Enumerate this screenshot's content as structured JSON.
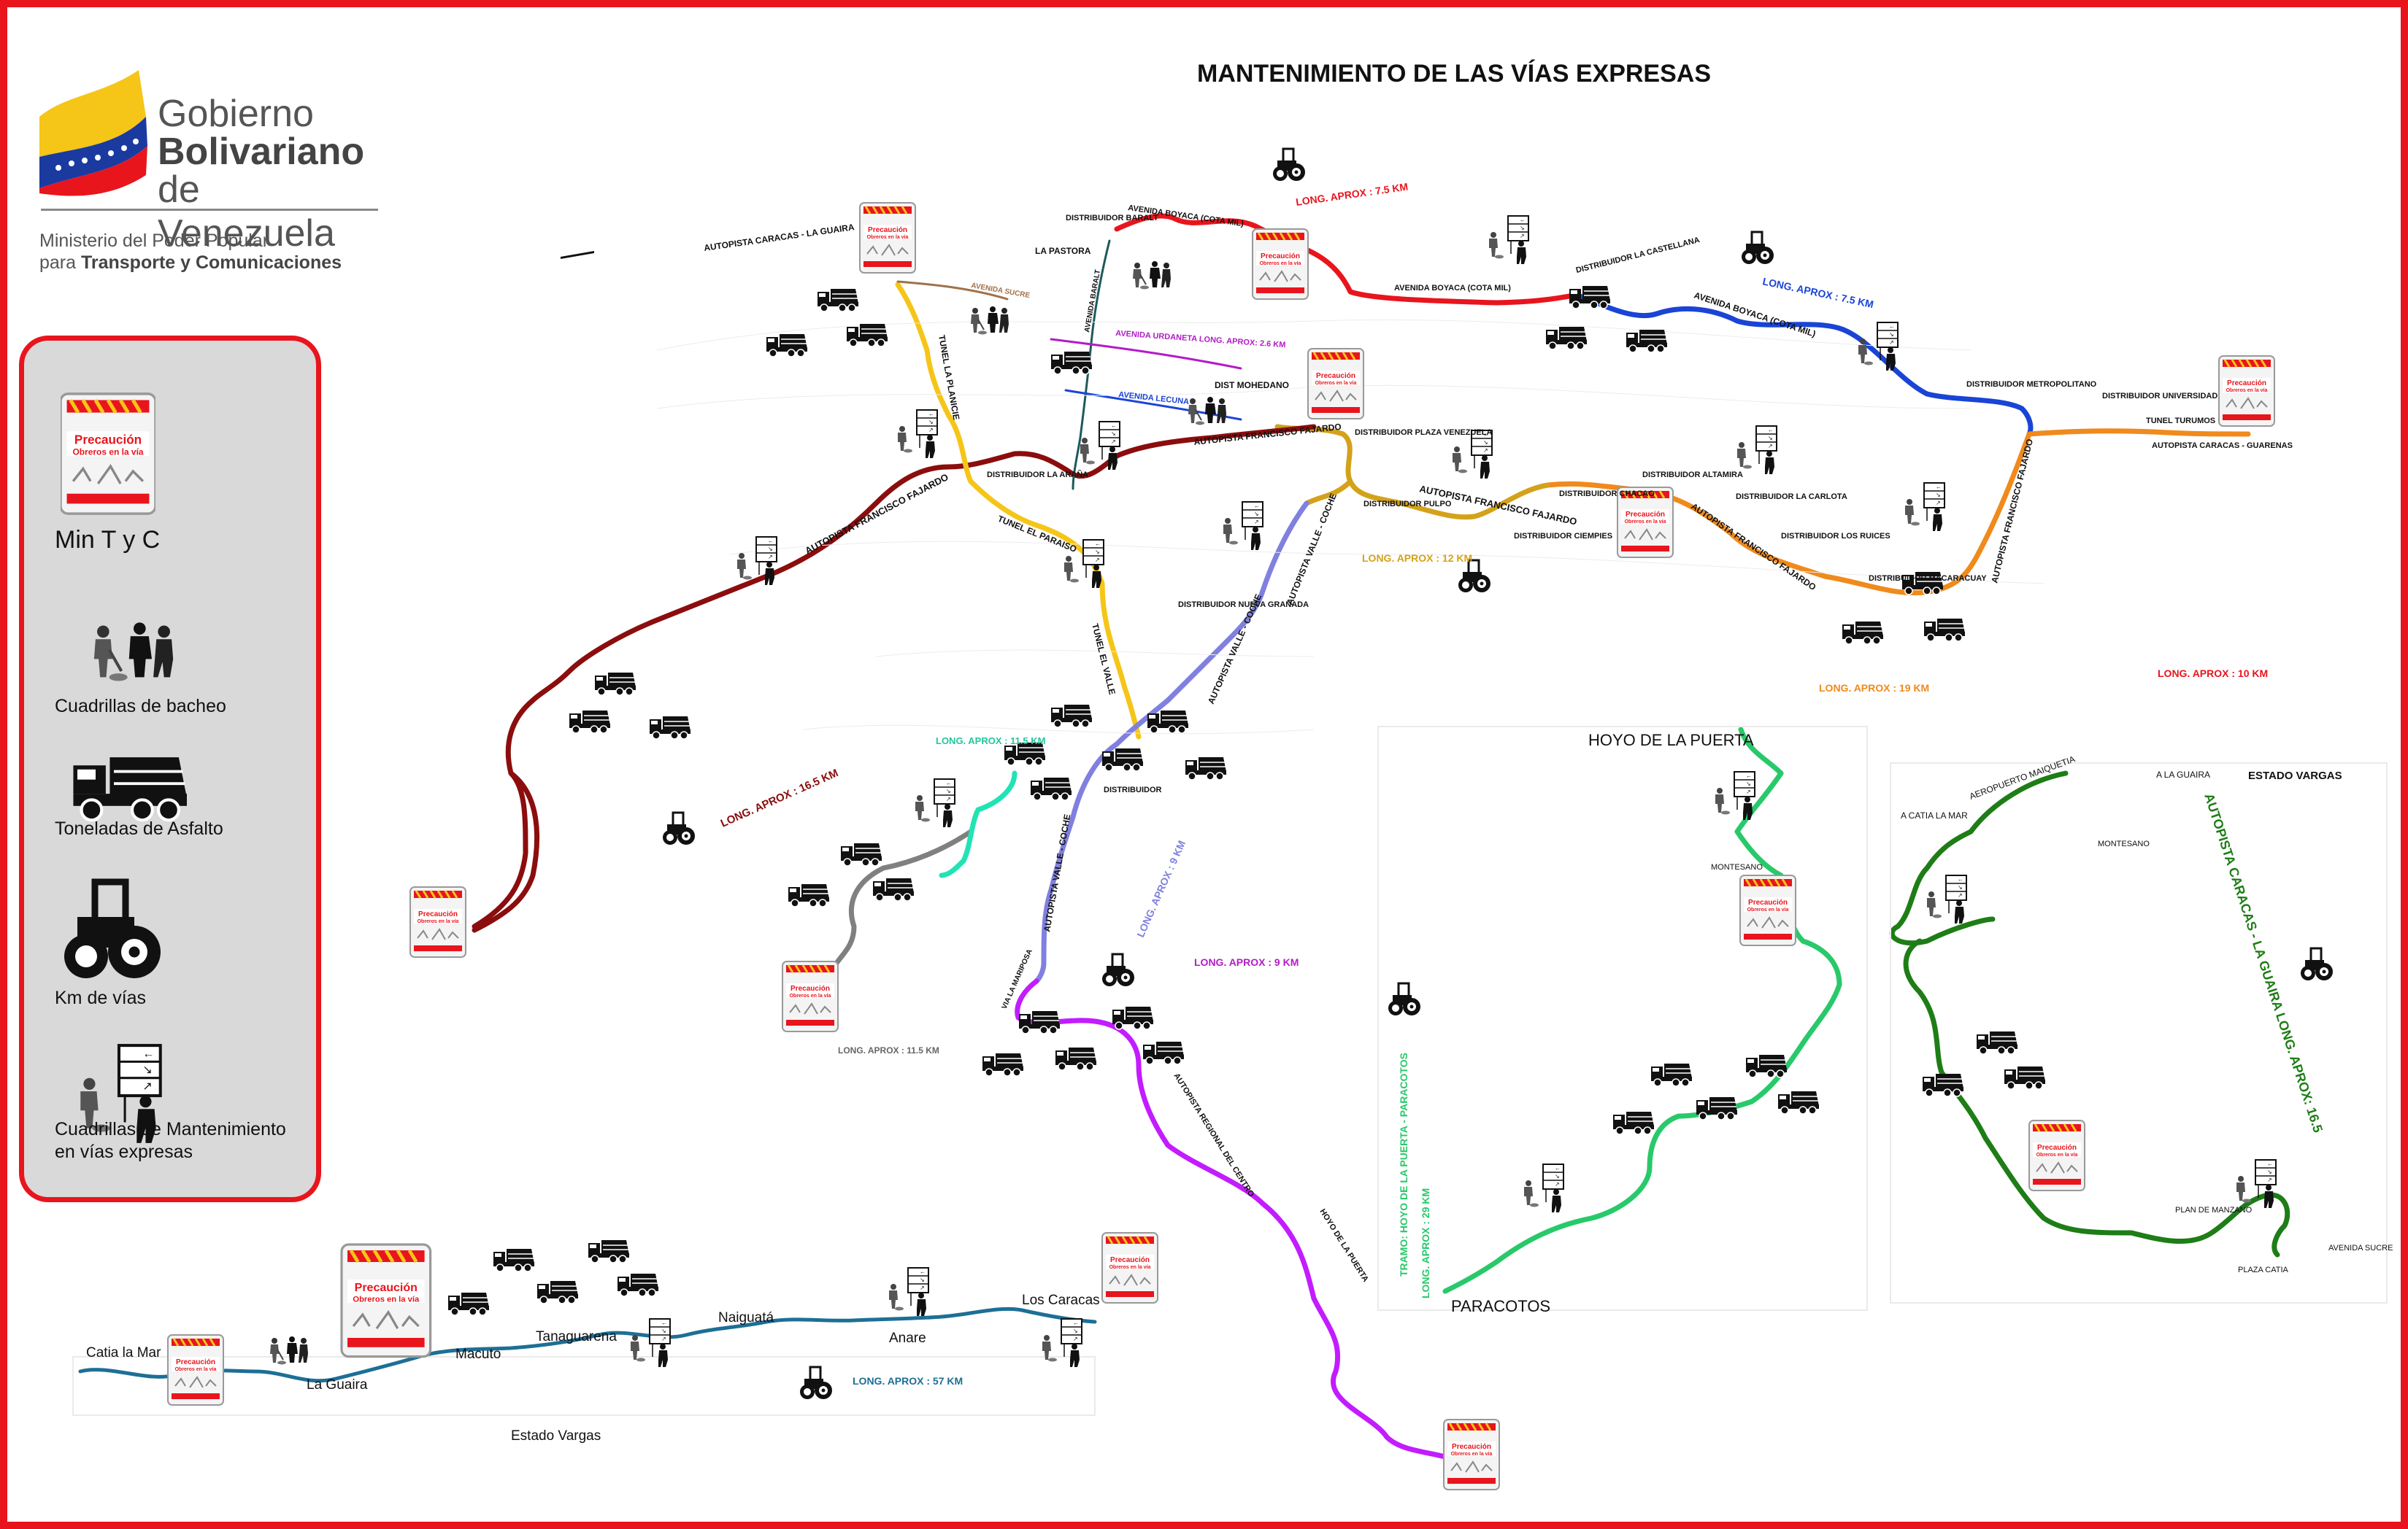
{
  "header": {
    "title": "MANTENIMIENTO DE LAS VÍAS EXPRESAS",
    "logo_line1": "Gobierno",
    "logo_line2": "Bolivariano",
    "logo_line3": "de Venezuela",
    "ministry_line1": "Ministerio del Poder Popular",
    "ministry_line2_a": "para ",
    "ministry_line2_b": "Transporte y Comunicaciones"
  },
  "legend": {
    "items": [
      {
        "icon": "caution-sign-icon",
        "label": "Min T y C"
      },
      {
        "icon": "pothole-crew-icon",
        "label": "Cuadrillas de bacheo"
      },
      {
        "icon": "dump-truck-icon",
        "label": "Toneladas de Asfalto"
      },
      {
        "icon": "road-roller-icon",
        "label": "Km de vías"
      },
      {
        "icon": "maintenance-crew-icon",
        "label": "Cuadrillas de Mantenimiento\nen vías expresas"
      }
    ]
  },
  "caution_sign": {
    "title": "Precaución",
    "subtitle": "Obreros en la vía"
  },
  "colors": {
    "frame": "#e8151d",
    "avenida_boyaca_red": "#e8151d",
    "avenida_boyaca_blue": "#1a44d6",
    "francisco_fajardo_east": "#f08a1c",
    "francisco_fajardo_center": "#d4a21a",
    "francisco_fajardo_west": "#8b0d0d",
    "tunel_paraiso": "#f5c518",
    "valle_coche": "#8080e0",
    "regional_centro": "#c21cff",
    "gray_branch": "#808080",
    "teal_branch": "#22e3b4",
    "hoyo_puerta": "#28c96a",
    "caracas_guaira": "#1e7d16",
    "vargas_coast": "#1d6f96"
  },
  "road_labels": [
    {
      "text": "AUTOPISTA CARACAS - LA GUAIRA"
    },
    {
      "text": "DISTRIBUIDOR BARALT"
    },
    {
      "text": "AVENIDA BOYACA (COTA MIL)"
    },
    {
      "text": "LONG. APROX : 7.5 KM"
    },
    {
      "text": "LA PASTORA"
    },
    {
      "text": "AVENIDA SUCRE"
    },
    {
      "text": "AVENIDA BARALT"
    },
    {
      "text": "AVENIDA URDANETA LONG. APROX: 2.6 KM"
    },
    {
      "text": "DIST MOHEDANO"
    },
    {
      "text": "AVENIDA LECUNA"
    },
    {
      "text": "AVENIDA BOYACA (COTA MIL)"
    },
    {
      "text": "DISTRIBUIDOR LA CASTELLANA"
    },
    {
      "text": "AVENIDA BOYACA (COTA MIL)"
    },
    {
      "text": "LONG. APROX : 7.5 KM"
    },
    {
      "text": "DISTRIBUIDOR METROPOLITANO"
    },
    {
      "text": "DISTRIBUIDOR UNIVERSIDAD"
    },
    {
      "text": "TUNEL TURUMOS"
    },
    {
      "text": "AUTOPISTA CARACAS - GUARENAS"
    },
    {
      "text": "TUNEL LA PLANICIE"
    },
    {
      "text": "DISTRIBUIDOR LA ARAÑA"
    },
    {
      "text": "AUTOPISTA FRANCISCO FAJARDO"
    },
    {
      "text": "DISTRIBUIDOR PLAZA VENEZUELA"
    },
    {
      "text": "AUTOPISTA FRANCISCO FAJARDO"
    },
    {
      "text": "DISTRIBUIDOR PULPO"
    },
    {
      "text": "DISTRIBUIDOR CIEMPIES"
    },
    {
      "text": "DISTRIBUIDOR CHACAO"
    },
    {
      "text": "DISTRIBUIDOR ALTAMIRA"
    },
    {
      "text": "DISTRIBUIDOR LA CARLOTA"
    },
    {
      "text": "DISTRIBUIDOR LOS RUICES"
    },
    {
      "text": "DISTRIBUIDOR MACARACUAY"
    },
    {
      "text": "AUTOPISTA FRANCISCO FAJARDO"
    },
    {
      "text": "AUTOPISTA FRANCISCO FAJARDO"
    },
    {
      "text": "AUTOPISTA FRANCISCO FAJARDO"
    },
    {
      "text": "TUNEL EL PARAISO"
    },
    {
      "text": "LONG. APROX : 12 KM"
    },
    {
      "text": "AUTOPISTA VALLE - COCHE"
    },
    {
      "text": "DISTRIBUIDOR NUEVA GRANADA"
    },
    {
      "text": "TUNEL EL VALLE"
    },
    {
      "text": "AUTOPISTA VALLE - COCHE"
    },
    {
      "text": "LONG. APROX : 19 KM"
    },
    {
      "text": "LONG. APROX : 10 KM"
    },
    {
      "text": "LONG. APROX : 16.5 KM"
    },
    {
      "text": "LONG. APROX : 11.5 KM"
    },
    {
      "text": "DISTRIBUIDOR"
    },
    {
      "text": "AUTOPISTA VALLE - COCHE"
    },
    {
      "text": "LONG. APROX : 9 KM"
    },
    {
      "text": "LONG. APROX : 9 KM"
    },
    {
      "text": "LONG. APROX : 11.5 KM"
    },
    {
      "text": "VIA LA MARIPOSA"
    },
    {
      "text": "AUTOPISTA REGIONAL DEL CENTRO"
    },
    {
      "text": "HOYO DE LA PUERTA"
    },
    {
      "text": "HOYO DE LA PUERTA"
    },
    {
      "text": "MONTESANO"
    },
    {
      "text": "TRAMO: HOYO DE LA PUERTA - PARACOTOS"
    },
    {
      "text": "LONG. APROX : 29 KM"
    },
    {
      "text": "PARACOTOS"
    },
    {
      "text": "A LA GUAIRA"
    },
    {
      "text": "ESTADO VARGAS"
    },
    {
      "text": "AEROPUERTO MAIQUETIA"
    },
    {
      "text": "A CATIA LA MAR"
    },
    {
      "text": "MONTESANO"
    },
    {
      "text": "AUTOPISTA CARACAS - LA GUAIRA LONG. APROX: 16.5"
    },
    {
      "text": "PLAN DE MANZANO"
    },
    {
      "text": "AVENIDA SUCRE"
    },
    {
      "text": "PLAZA CATIA"
    },
    {
      "text": "Catia la Mar"
    },
    {
      "text": "La Guaira"
    },
    {
      "text": "Macuto"
    },
    {
      "text": "Tanaguarena"
    },
    {
      "text": "Naiguatá"
    },
    {
      "text": "Anare"
    },
    {
      "text": "Los Caracas"
    },
    {
      "text": "LONG. APROX : 57 KM"
    },
    {
      "text": "Estado Vargas"
    }
  ]
}
